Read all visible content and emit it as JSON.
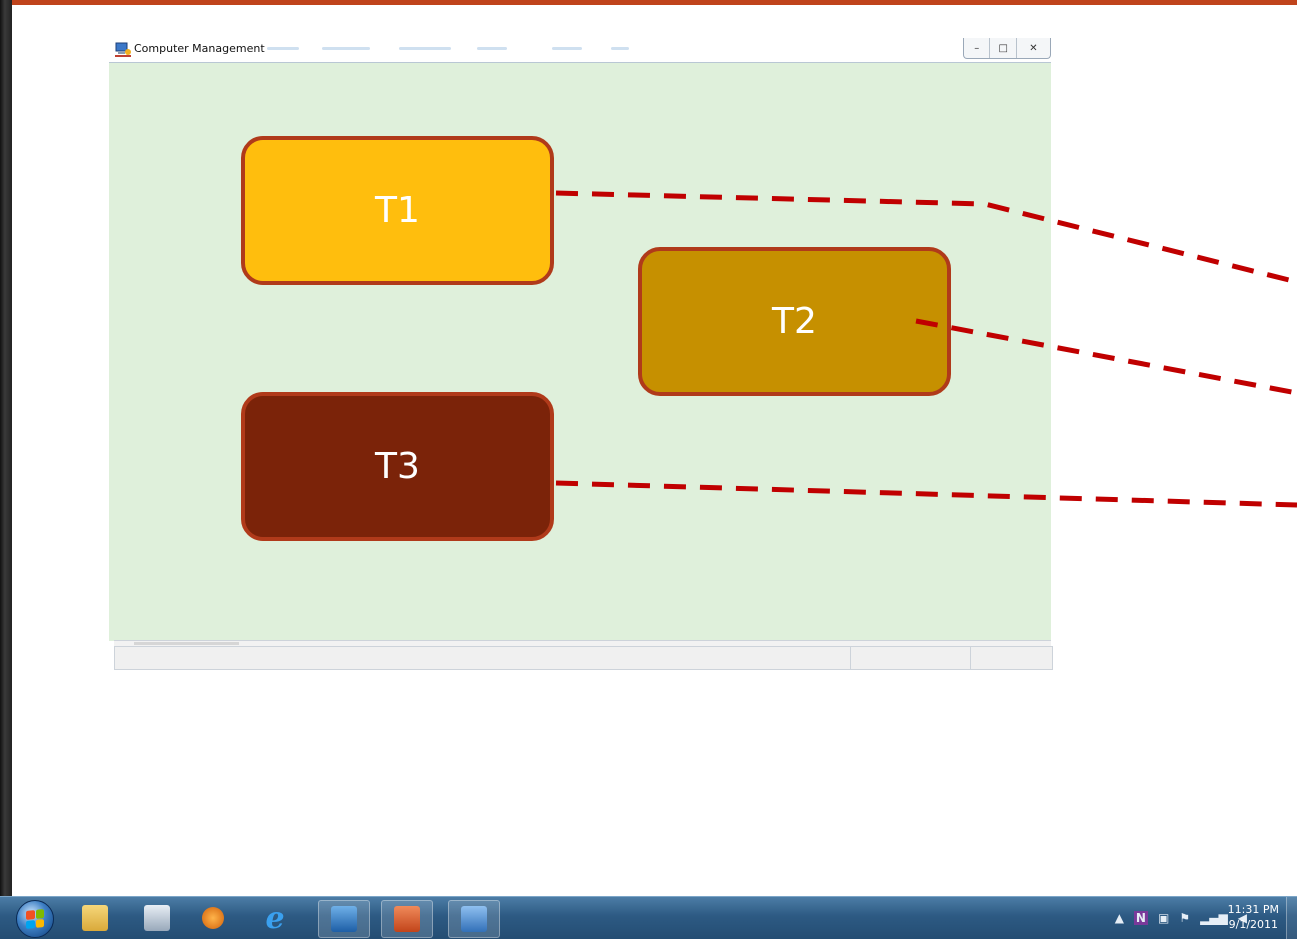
{
  "window": {
    "title": "Computer Management",
    "controls": {
      "minimize": "–",
      "maximize": "□",
      "close": "✕"
    }
  },
  "tasks": [
    {
      "label": "T1",
      "color": "#ffbe0d"
    },
    {
      "label": "T2",
      "color": "#c69000"
    },
    {
      "label": "T3",
      "color": "#7b2309"
    }
  ],
  "colors": {
    "box_border": "#b03a1a",
    "dashed_line": "#c00000",
    "content_bg": "#dff0db"
  },
  "taskbar": {
    "icons": [
      "start-orb-icon",
      "file-explorer-icon",
      "calculator-icon",
      "media-player-icon",
      "internet-explorer-icon",
      "lync-icon",
      "powerpoint-icon",
      "computer-management-icon"
    ],
    "tray_icons": [
      "show-hidden-icons-icon",
      "onenote-icon",
      "device-icon",
      "action-center-flag-icon",
      "network-signal-icon",
      "volume-icon"
    ],
    "time": "11:31 PM",
    "date": "9/1/2011"
  }
}
